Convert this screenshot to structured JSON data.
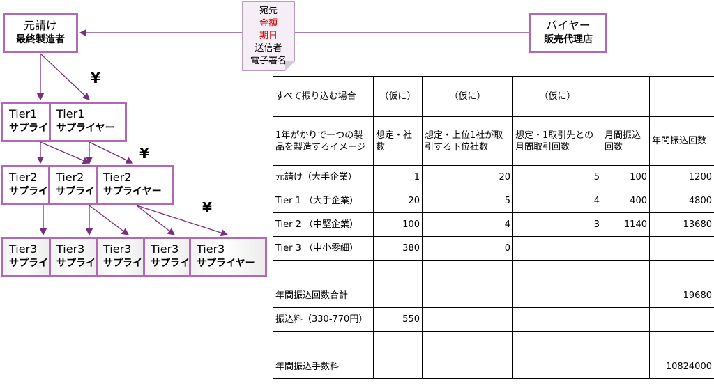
{
  "prime": {
    "title": "元請け",
    "subtitle": "最終製造者"
  },
  "buyer": {
    "title": "バイヤー",
    "subtitle": "販売代理店"
  },
  "note": {
    "lines": [
      "宛先",
      "金額",
      "期日",
      "送信者",
      "電子署名"
    ],
    "highlight_color": "#d00000"
  },
  "tiers": {
    "tier1": [
      {
        "name": "Tier1",
        "sub": "サプライ"
      },
      {
        "name": "Tier1",
        "sub": "サプライヤー"
      }
    ],
    "tier2": [
      {
        "name": "Tier2",
        "sub": "サプライ"
      },
      {
        "name": "Tier2",
        "sub": "サプライ"
      },
      {
        "name": "Tier2",
        "sub": "サプライヤー"
      }
    ],
    "tier3": [
      {
        "name": "Tier3",
        "sub": "サプライ"
      },
      {
        "name": "Tier3",
        "sub": "サプライ"
      },
      {
        "name": "Tier3",
        "sub": "サプライ"
      },
      {
        "name": "Tier3",
        "sub": "サプライ"
      },
      {
        "name": "Tier3",
        "sub": "サプライヤー"
      }
    ]
  },
  "yen_symbol": "¥",
  "colors": {
    "box_border": "#b06ab3",
    "arrow": "#7a2f7e"
  },
  "table": {
    "header1": [
      "すべて振り込む場合",
      "（仮に）",
      "（仮に）",
      "（仮に）",
      "",
      ""
    ],
    "header2": [
      "1年がかりで一つの製品を製造するイメージ",
      "想定・社数",
      "想定・上位1社が取引する下位社数",
      "想定・1取引先との月間取引回数",
      "月間振込回数",
      "年間振込回数"
    ],
    "rows": [
      [
        "元請け（大手企業）",
        "1",
        "20",
        "5",
        "100",
        "1200"
      ],
      [
        "Tier 1 （大手企業）",
        "20",
        "5",
        "4",
        "400",
        "4800"
      ],
      [
        "Tier 2 （中堅企業）",
        "100",
        "4",
        "3",
        "1140",
        "13680"
      ],
      [
        "Tier 3 （中小零細）",
        "380",
        "0",
        "",
        "",
        ""
      ],
      [
        "",
        "",
        "",
        "",
        "",
        ""
      ],
      [
        "年間振込回数合計",
        "",
        "",
        "",
        "",
        "19680"
      ],
      [
        "振込料（330-770円）",
        "550",
        "",
        "",
        "",
        ""
      ],
      [
        "",
        "",
        "",
        "",
        "",
        ""
      ],
      [
        "年間振込手数料",
        "",
        "",
        "",
        "",
        "10824000"
      ]
    ]
  }
}
